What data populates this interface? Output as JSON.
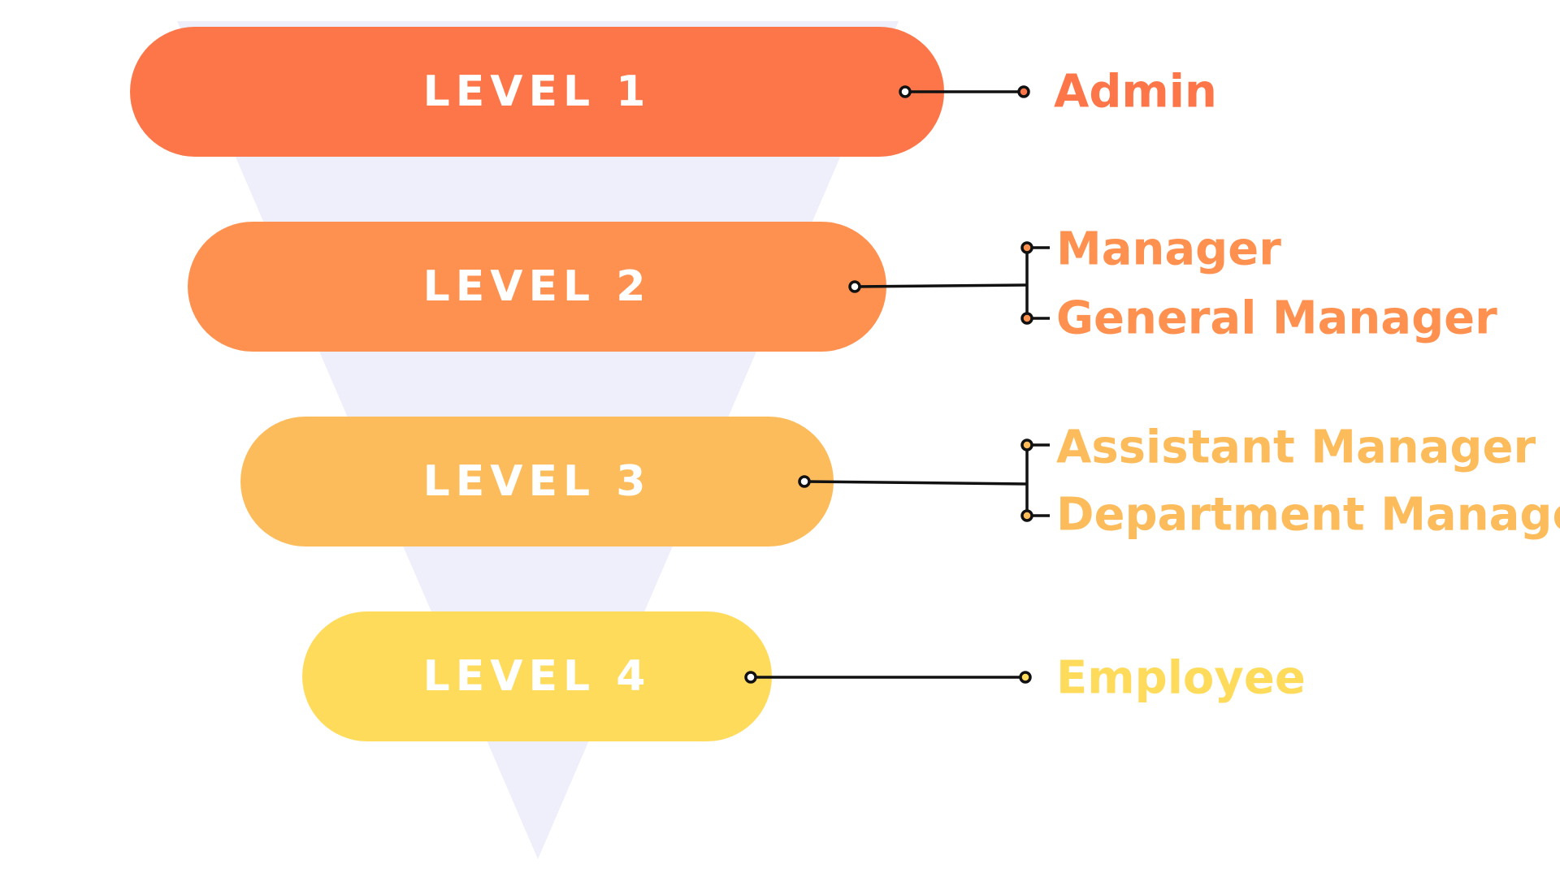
{
  "colors": {
    "funnel": "#efeefb",
    "connector": "#111111",
    "level_text": "#ffffff"
  },
  "levels": [
    {
      "label": "LEVEL 1",
      "color": "#fd7649",
      "roles": [
        "Admin"
      ]
    },
    {
      "label": "LEVEL 2",
      "color": "#ff9150",
      "roles": [
        "Manager",
        "General Manager"
      ]
    },
    {
      "label": "LEVEL 3",
      "color": "#fdbc5b",
      "roles": [
        "Assistant Manager",
        "Department Manager"
      ]
    },
    {
      "label": "LEVEL 4",
      "color": "#ffdb5c",
      "roles": [
        "Employee"
      ]
    }
  ]
}
